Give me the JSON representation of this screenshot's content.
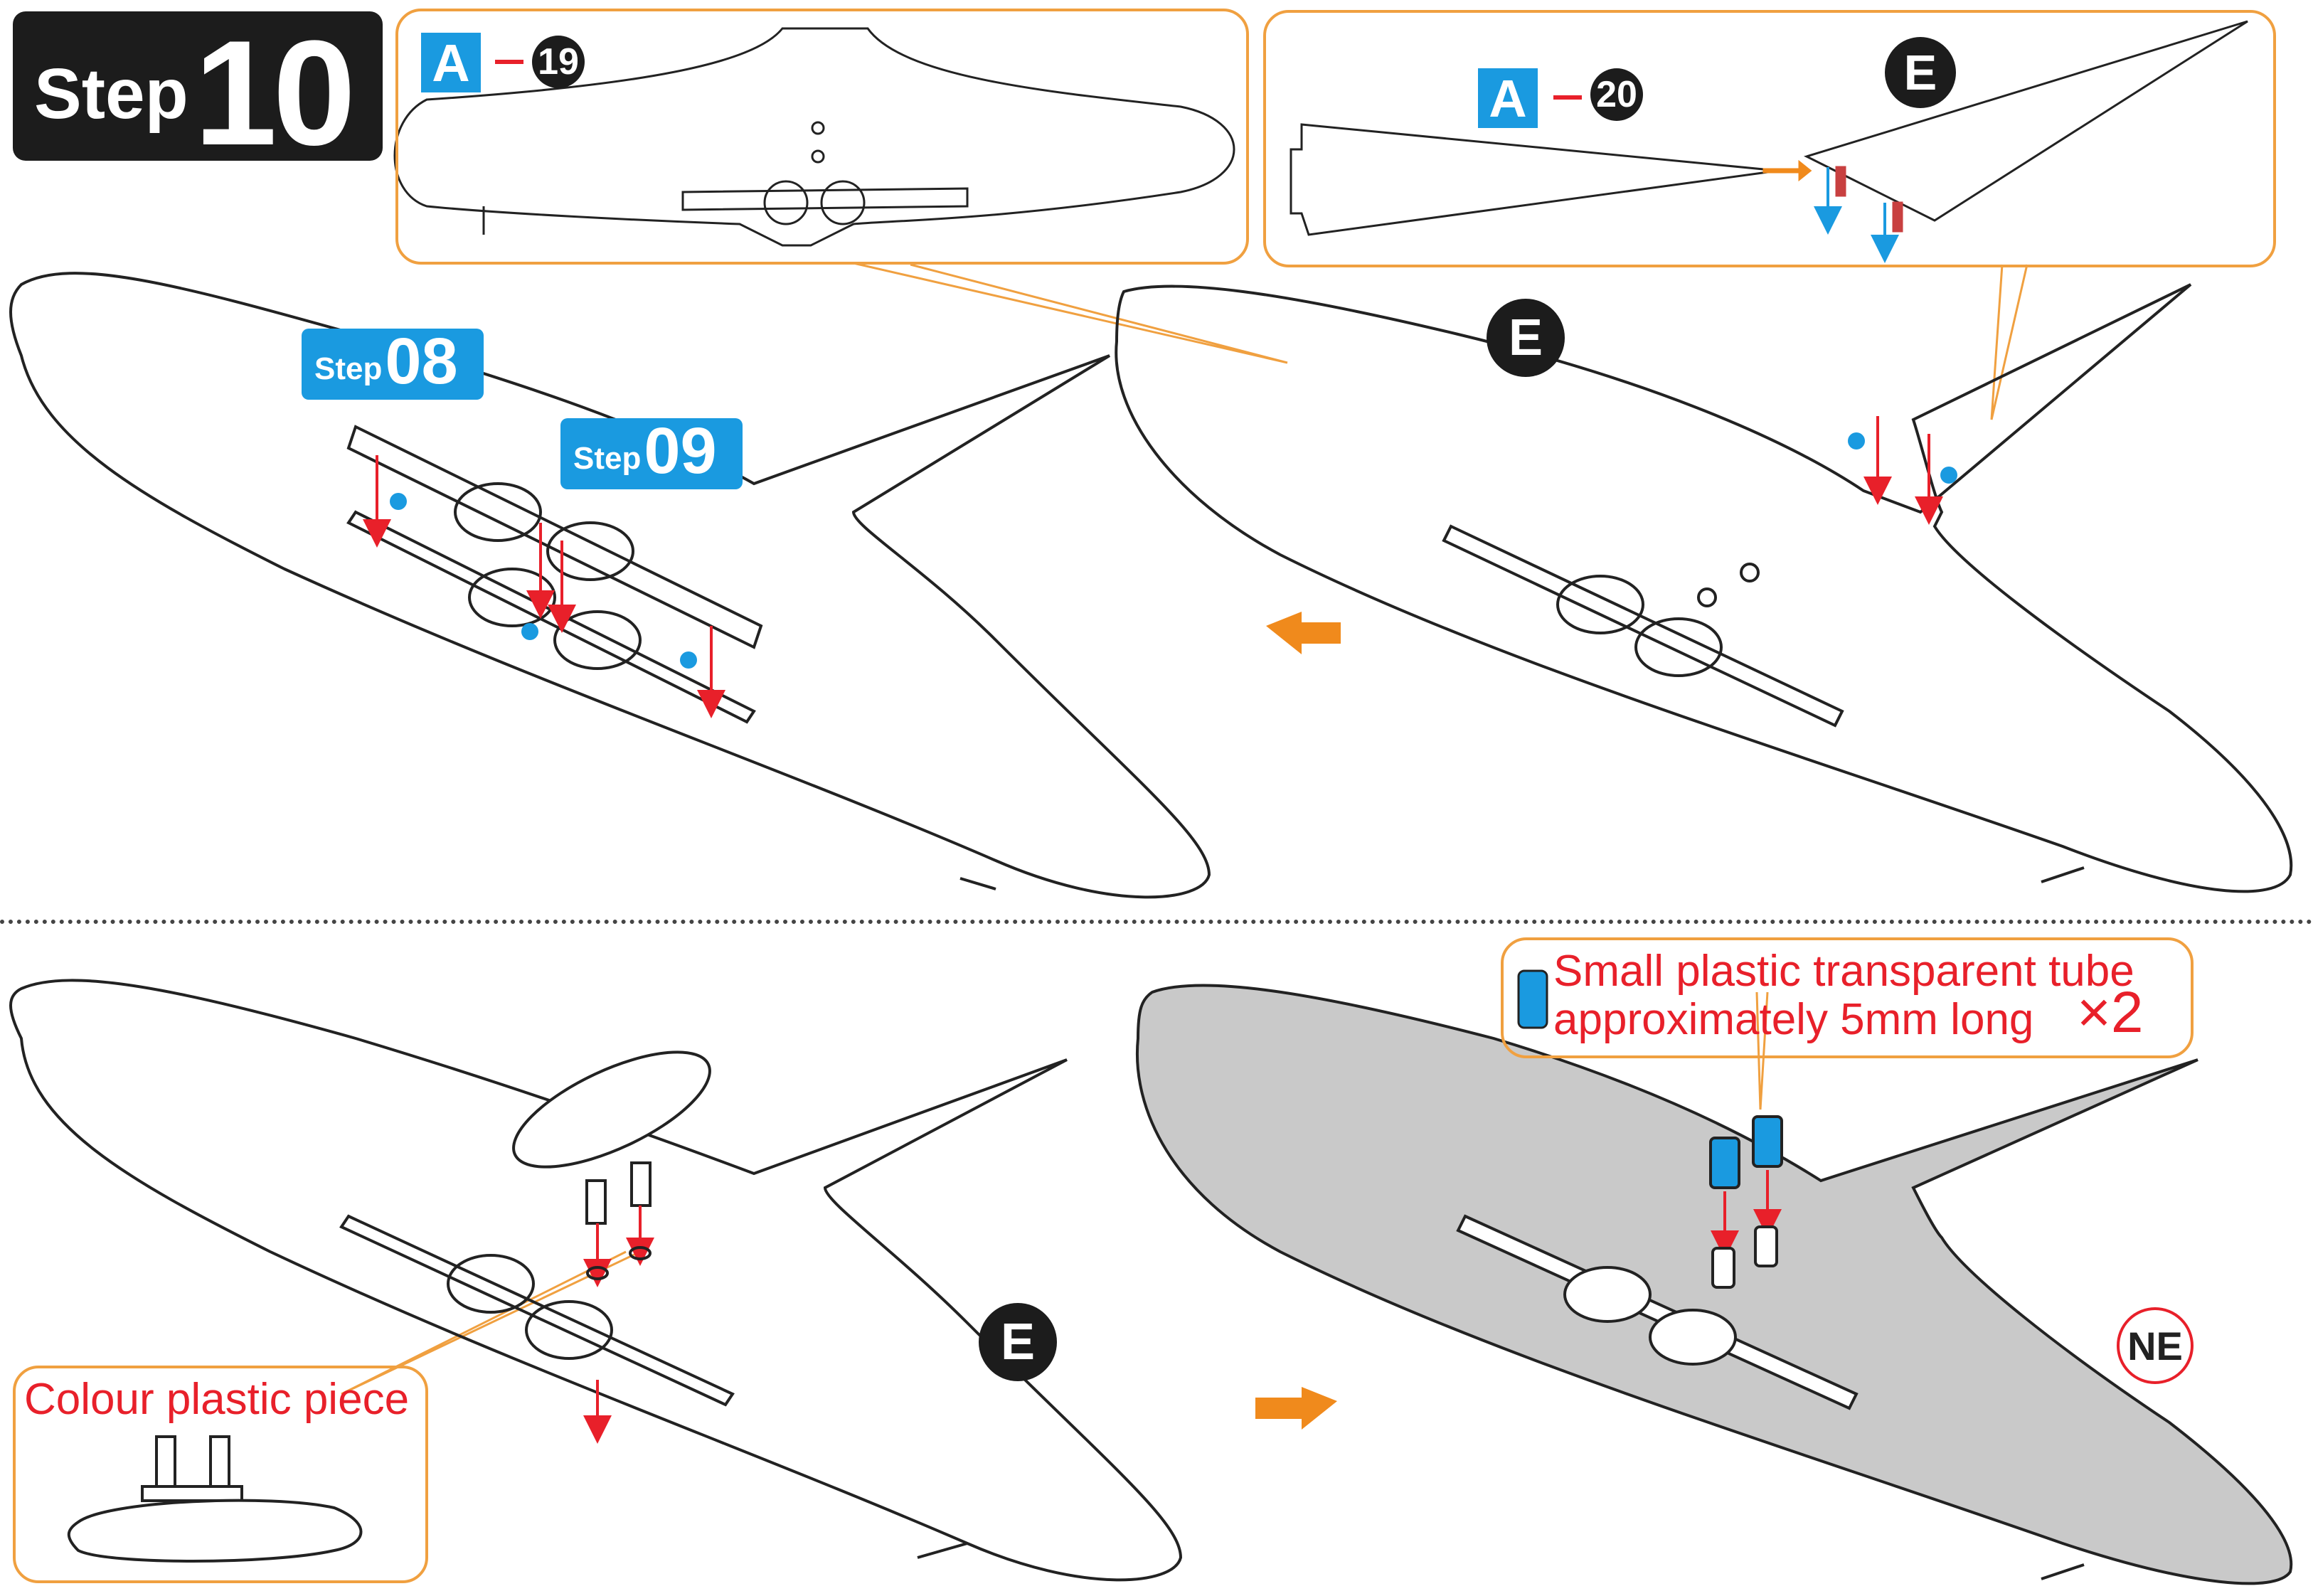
{
  "step": {
    "word": "Step",
    "number": "10"
  },
  "callout_top_left": {
    "part_letter": "A",
    "part_number": "19"
  },
  "callout_top_right": {
    "part_letter": "A",
    "part_number": "20",
    "sticker_label": "E"
  },
  "sub_steps": {
    "first": {
      "word": "Step",
      "number": "08"
    },
    "second": {
      "word": "Step",
      "number": "09"
    }
  },
  "sticker_labels": {
    "top_right_view": "E",
    "bottom_left_view": "E",
    "bottom_right_view": "NE"
  },
  "colour_callout": {
    "label": "Colour plastic piece"
  },
  "tube_callout": {
    "line1": "Small plastic transparent tube",
    "line2": "approximately 5mm long",
    "quantity": "×2"
  },
  "colors": {
    "accent_orange": "#f08a1c",
    "callout_border": "#f0a040",
    "brand_blue": "#1a9ae0",
    "red": "#e8202a",
    "wing_grey": "#c9c9c9"
  }
}
